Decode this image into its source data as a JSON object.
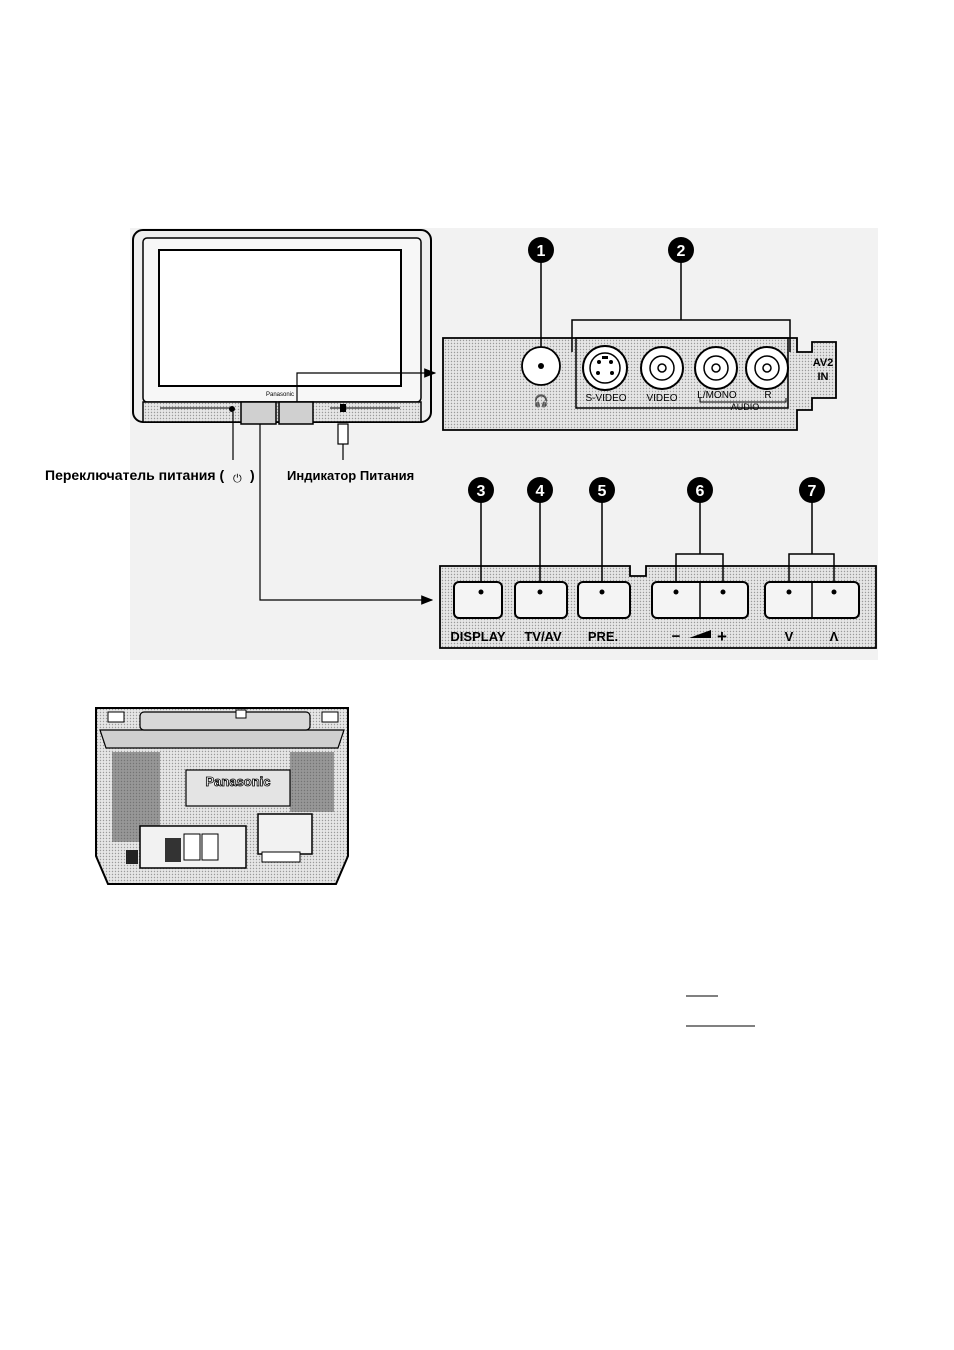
{
  "callouts": [
    "1",
    "2",
    "3",
    "4",
    "5",
    "6",
    "7"
  ],
  "labels": {
    "power_switch": "Переключатель питания (",
    "power_switch_close": ")",
    "power_indicator": "Индикатор Питания"
  },
  "tv_front": {
    "brand": "Panasonic"
  },
  "av_panel": {
    "svideo": "S-VIDEO",
    "video": "VIDEO",
    "lmono": "L/MONO",
    "r": "R",
    "audio": "AUDIO",
    "av2": "AV2",
    "in": "IN"
  },
  "control_panel": {
    "display": "DISPLAY",
    "tvav": "TV/AV",
    "pre": "PRE.",
    "vol_minus": "−",
    "vol_plus": "+",
    "ch_down": "V",
    "ch_up": "Λ"
  },
  "tv_back": {
    "brand": "Panasonic"
  },
  "colors": {
    "panel_fill": "#d9d9d9",
    "line": "#000000"
  }
}
